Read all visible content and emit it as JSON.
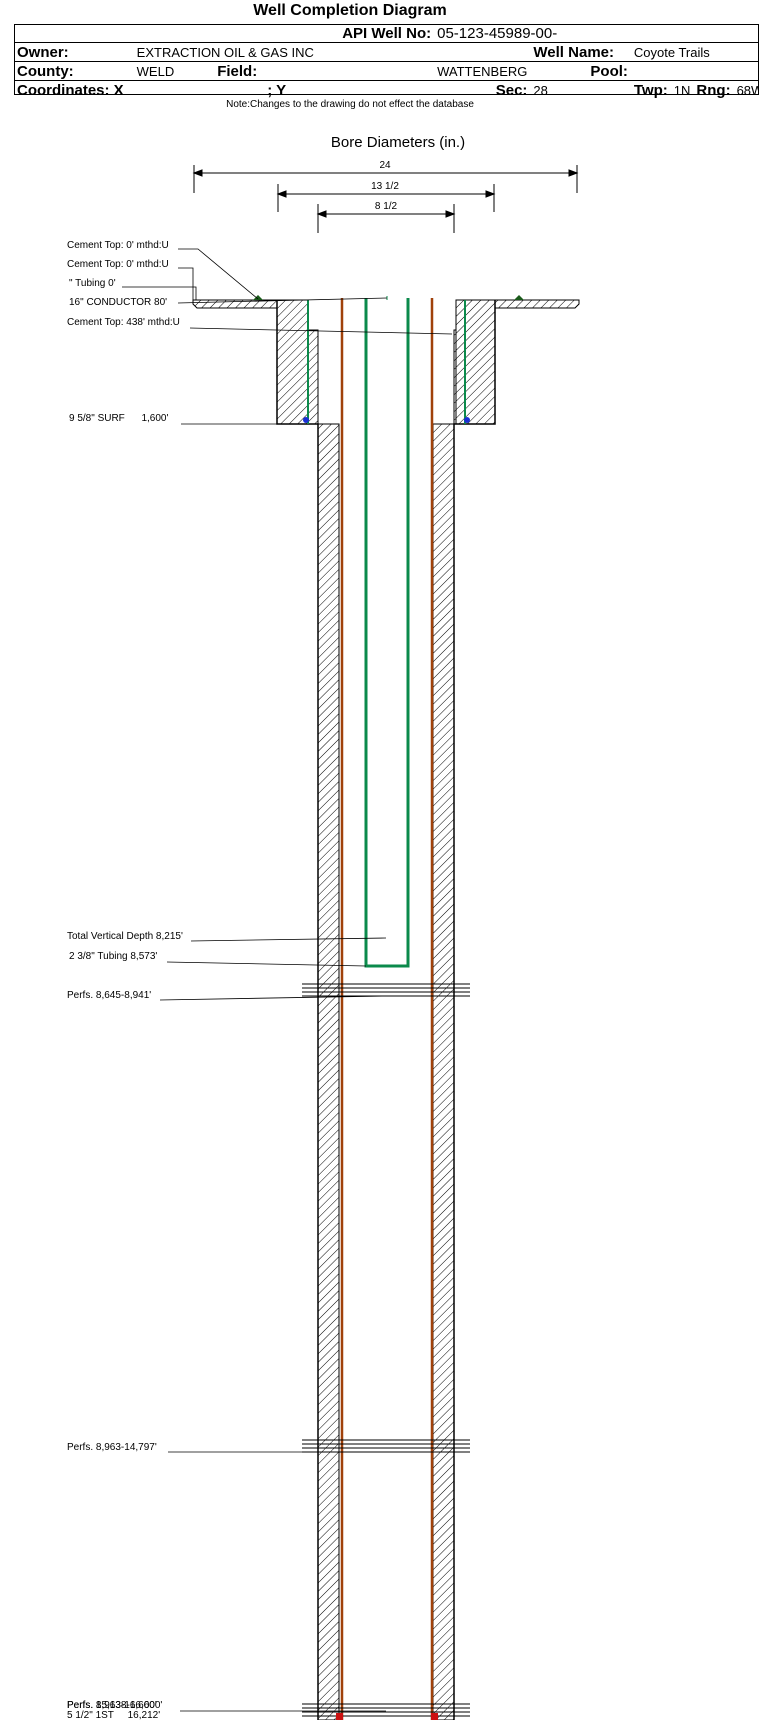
{
  "header": {
    "title": "Well Completion Diagram",
    "api_label": "API Well No:",
    "api_value": "05-123-45989-00-",
    "owner_label": "Owner:",
    "owner_value": "EXTRACTION OIL & GAS INC",
    "well_name_label": "Well Name:",
    "well_name_value": "Coyote Trails",
    "county_label": "County:",
    "county_value": "WELD",
    "field_label": "Field:",
    "field_value": "WATTENBERG",
    "pool_label": "Pool:",
    "pool_value": "",
    "coords_label": "Coordinates: X",
    "coords_y_label": "; Y",
    "sec_label": "Sec:",
    "sec_value": "28",
    "twp_label": "Twp:",
    "twp_value": "1N",
    "rng_label": "Rng:",
    "rng_value": "68W",
    "note": "Note:Changes to the drawing do not effect the database"
  },
  "diagram": {
    "bore_title": "Bore Diameters (in.)",
    "dims": [
      "24",
      "13 1/2",
      "8 1/2"
    ],
    "labels": {
      "cement_top_1": "Cement Top: 0' mthd:U",
      "cement_top_2": "Cement Top: 0' mthd:U",
      "tubing_0": "\" Tubing 0'",
      "conductor": "16\" CONDUCTOR  80'",
      "cement_top_3": "Cement Top: 438' mthd:U",
      "surf": "9 5/8\" SURF      1,600'",
      "tvd": "Total Vertical Depth 8,215'",
      "tubing": "2 3/8\" Tubing 8,573'",
      "perfs1": "Perfs. 8,645-8,941'",
      "perfs2": "Perfs. 8,963-14,797'",
      "perfs3": "Perfs. 15,138-16,600'",
      "perfs4": "Perfs. 8,963-16,600'",
      "prod": "5 1/2\" 1ST     16,212'"
    },
    "colors": {
      "tubing": "#0b8a4b",
      "casing": "#a0410a",
      "hatch": "#000000",
      "cement_marker": "#1a5a1a",
      "shoe": "#1a2fd6",
      "bottom_marker": "#cc1111"
    }
  }
}
